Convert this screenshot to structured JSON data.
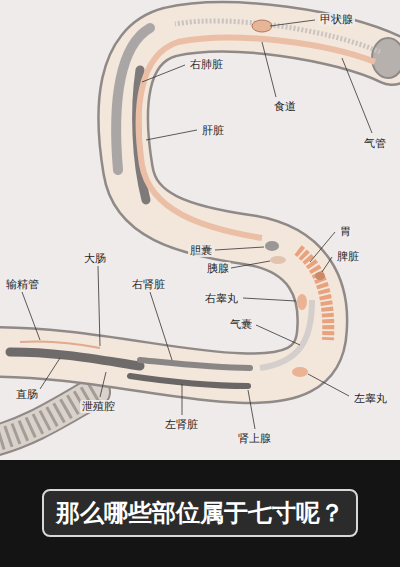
{
  "diagram": {
    "caption": "那么哪些部位属于七寸呢？",
    "labels": [
      "甲状腺",
      "右肺脏",
      "食道",
      "气管",
      "肝脏",
      "胃",
      "胆囊",
      "脾脏",
      "胰腺",
      "右睾丸",
      "气囊",
      "大肠",
      "输精管",
      "右肾脏",
      "直肠",
      "泄殖腔",
      "左肾脏",
      "肾上腺",
      "左睾丸"
    ]
  }
}
